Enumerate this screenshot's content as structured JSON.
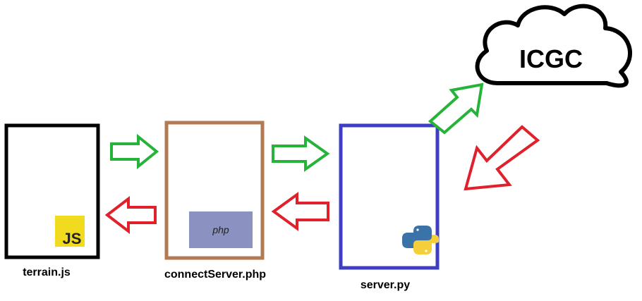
{
  "nodes": {
    "terrain": {
      "label": "terrain.js",
      "badge": "JS",
      "border_color": "#000000",
      "badge_color": "#f0db1f"
    },
    "connect": {
      "label": "connectServer.php",
      "badge": "php",
      "border_color": "#b07a52",
      "badge_color": "#8b91c0"
    },
    "server": {
      "label": "server.py",
      "border_color": "#3e3ec4",
      "icon": "python-logo-icon"
    },
    "cloud": {
      "label": "ICGC",
      "icon": "cloud-icon"
    }
  },
  "arrows": {
    "request_color": "#25b33a",
    "response_color": "#e0202a"
  }
}
